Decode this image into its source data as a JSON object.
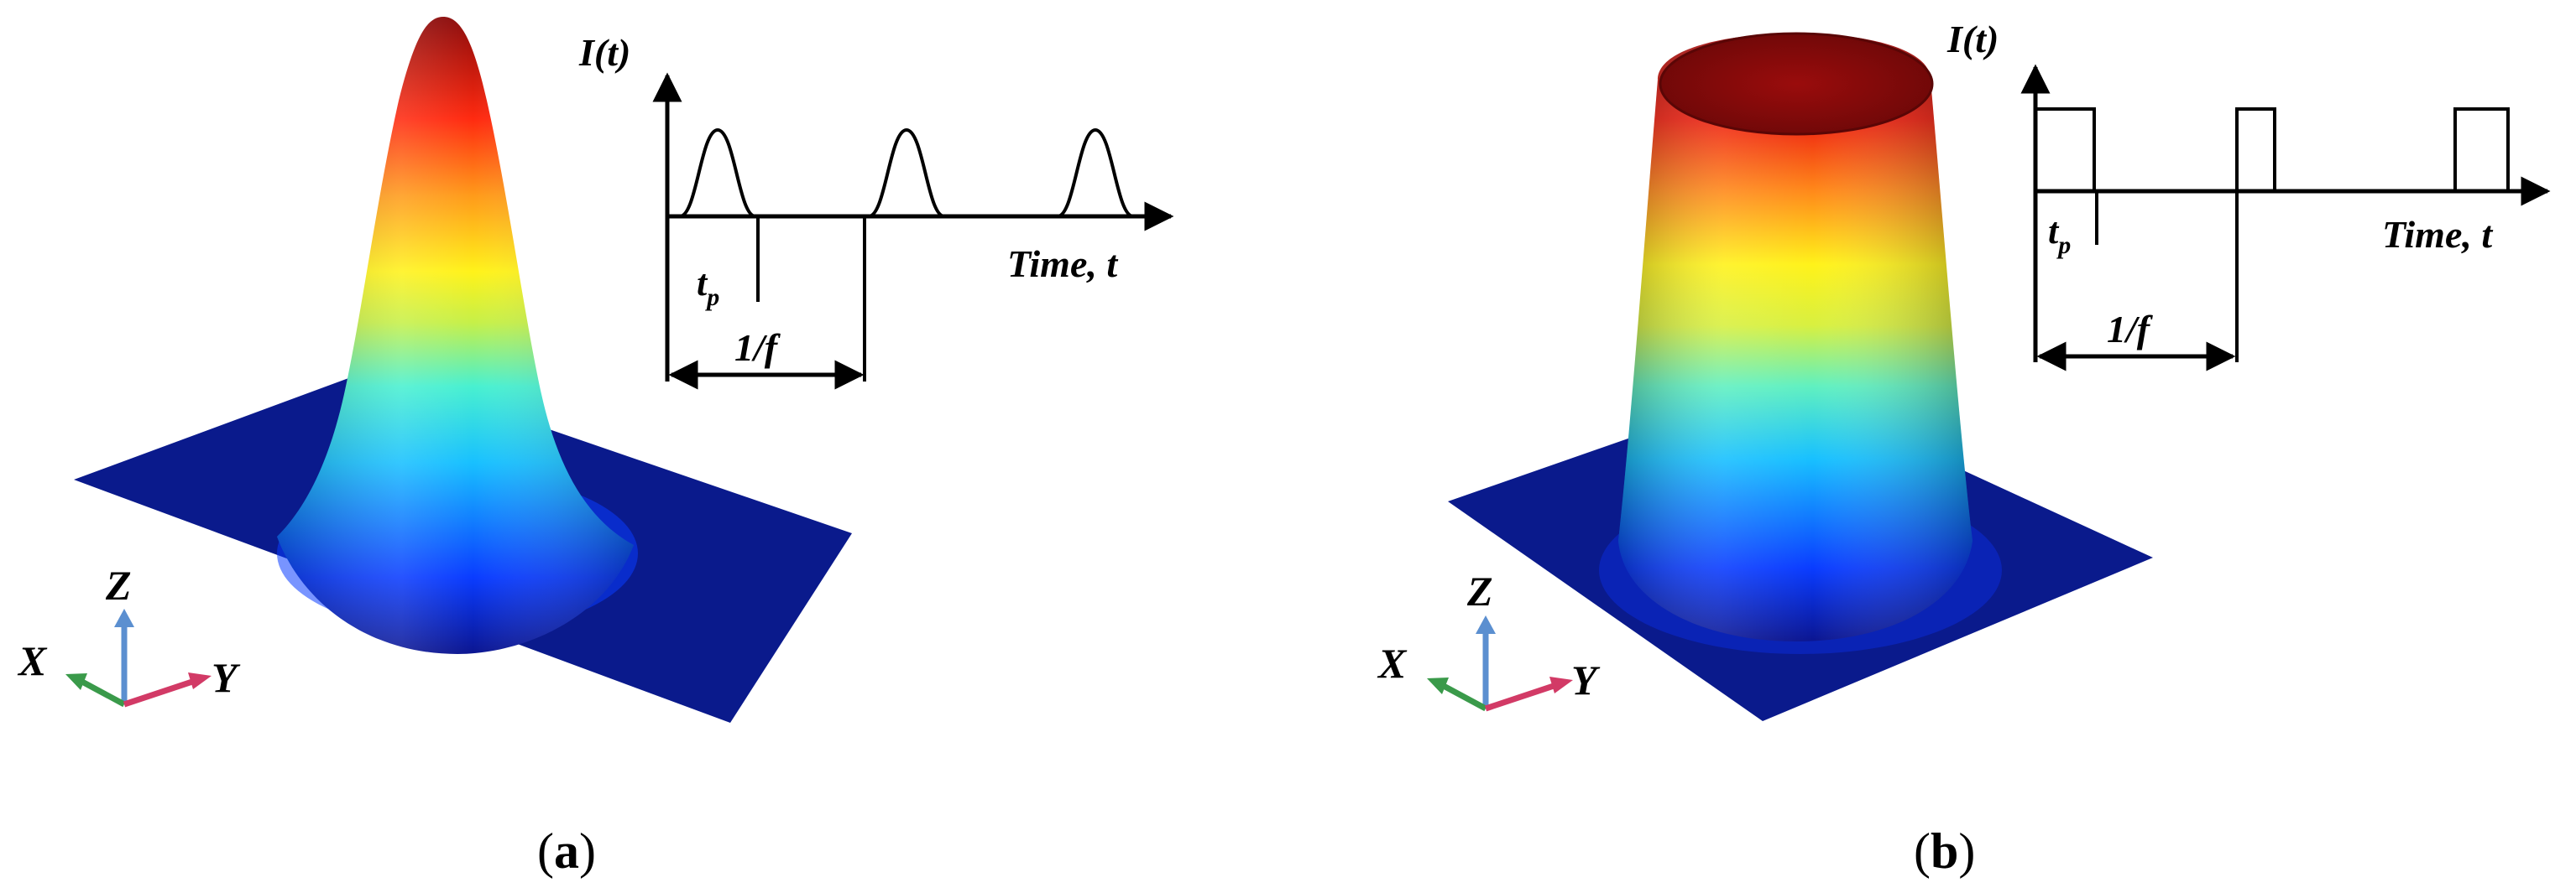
{
  "panel_a": {
    "caption": {
      "open": "(",
      "letter": "a",
      "close": ")"
    },
    "beam_profile": "gaussian",
    "plot": {
      "y_label": "I(t)",
      "x_label": "Time, t",
      "pulse_width_label": "t",
      "pulse_width_sub": "p",
      "period_label": "1/f",
      "pulse_shape": "gaussian",
      "pulse_count": 3
    },
    "axes_triad": {
      "x": "X",
      "y": "Y",
      "z": "Z"
    }
  },
  "panel_b": {
    "caption": {
      "open": "(",
      "letter": "b",
      "close": ")"
    },
    "beam_profile": "top-hat",
    "plot": {
      "y_label": "I(t)",
      "x_label": "Time, t",
      "pulse_width_label": "t",
      "pulse_width_sub": "p",
      "period_label": "1/f",
      "pulse_shape": "rectangular",
      "pulse_count": 3
    },
    "axes_triad": {
      "x": "X",
      "y": "Y",
      "z": "Z"
    }
  },
  "colors": {
    "colormap": [
      "#0b0f7a",
      "#0a3cff",
      "#16b8ff",
      "#3df0e0",
      "#b8f04a",
      "#fff21a",
      "#ff9a1a",
      "#ff2a10",
      "#b00e0e",
      "#7a0808"
    ],
    "base_plane": "#0a1a8c",
    "axis_x": "#3a9a4a",
    "axis_y": "#d23a66",
    "axis_z": "#5b8fd0"
  }
}
